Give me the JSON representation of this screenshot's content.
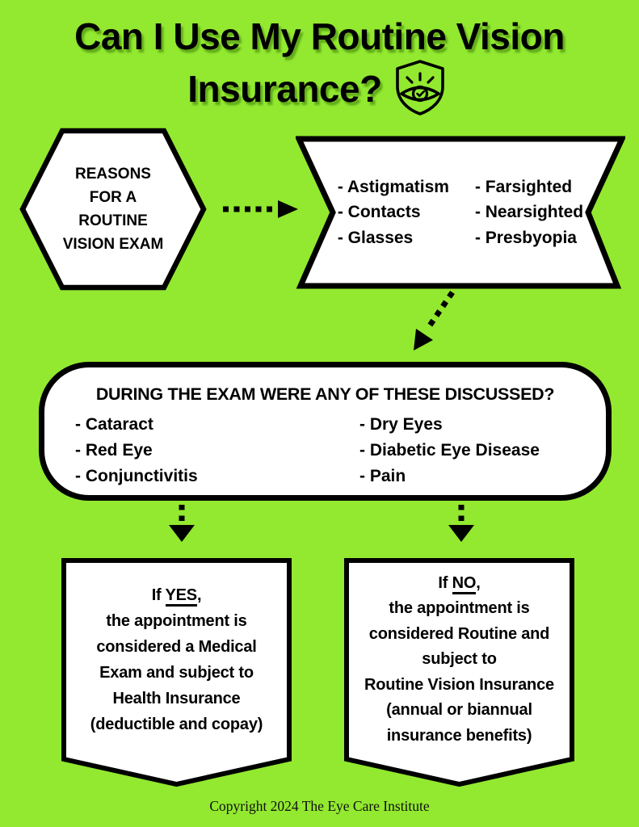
{
  "colors": {
    "background": "#92E92F",
    "shape_fill": "#FFFFFF",
    "stroke": "#000000",
    "title_shadow": "rgba(40,95,0,0.45)"
  },
  "title": {
    "line1": "Can I Use My Routine Vision",
    "line2": "Insurance?",
    "icon": "eye-shield-check"
  },
  "hexagon": {
    "lines": [
      "REASONS",
      "FOR A",
      "ROUTINE",
      "VISION EXAM"
    ]
  },
  "reasons_box": {
    "col1": [
      "- Astigmatism",
      "- Contacts",
      "- Glasses"
    ],
    "col2": [
      "- Farsighted",
      "- Nearsighted",
      "- Presbyopia"
    ]
  },
  "exam_box": {
    "title": "DURING THE EXAM WERE ANY OF THESE DISCUSSED?",
    "col1": [
      "- Cataract",
      "- Red Eye",
      "- Conjunctivitis"
    ],
    "col2": [
      "- Dry Eyes",
      "- Diabetic Eye Disease",
      "- Pain"
    ]
  },
  "yes_box": {
    "intro_prefix": "If ",
    "intro_underlined": "YES",
    "intro_suffix": ",",
    "lines": [
      "the appointment is",
      "considered a Medical",
      "Exam and subject to",
      "Health Insurance",
      "(deductible and copay)"
    ]
  },
  "no_box": {
    "intro_prefix": "If ",
    "intro_underlined": "NO",
    "intro_suffix": ",",
    "lines": [
      "the appointment is",
      "considered Routine and",
      "subject to",
      "Routine Vision Insurance",
      "(annual or biannual",
      "insurance benefits)"
    ]
  },
  "footer": {
    "text": "Copyright 2024 The Eye Care Institute"
  }
}
